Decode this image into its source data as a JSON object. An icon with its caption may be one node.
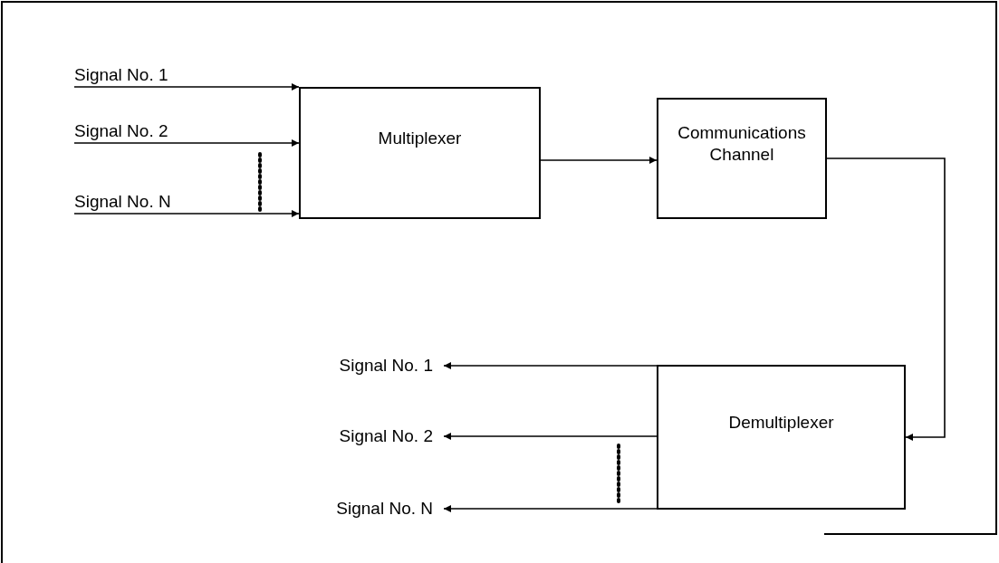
{
  "diagram": {
    "nodes": [
      {
        "text": [
          "Signal No. 1"
        ]
      },
      {
        "text": [
          "Signal No. 2"
        ]
      },
      {
        "text": [
          "Signal No. N"
        ]
      },
      {
        "text": [
          "Multiplexer"
        ]
      },
      {
        "text": [
          "Communications Channel"
        ]
      },
      {
        "text": [
          "Demultiplexer"
        ]
      },
      {
        "text": [
          "Signal No. 1"
        ]
      },
      {
        "text": [
          "Signal No. 2"
        ]
      },
      {
        "text": [
          "Signal No. N"
        ]
      }
    ],
    "edges": [
      {
        "from": 0,
        "to": 3,
        "arrow": "to"
      },
      {
        "from": 1,
        "to": 3,
        "arrow": "to"
      },
      {
        "from": 2,
        "to": 3,
        "arrow": "to"
      },
      {
        "from": 3,
        "to": 4,
        "arrow": "to"
      },
      {
        "from": 4,
        "to": 5,
        "arrow": "to"
      },
      {
        "from": 5,
        "to": 6,
        "arrow": "to"
      },
      {
        "from": 5,
        "to": 7,
        "arrow": "to"
      },
      {
        "from": 5,
        "to": 8,
        "arrow": "to"
      }
    ]
  }
}
